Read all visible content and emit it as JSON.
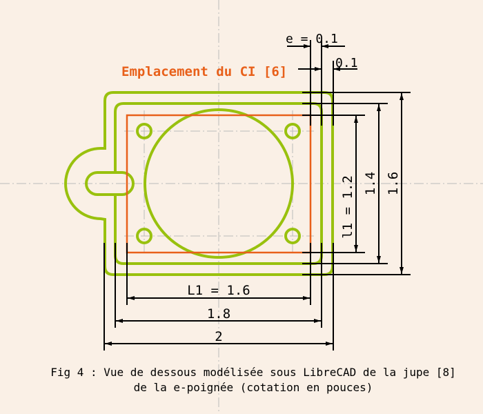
{
  "colors": {
    "background": "#faf0e6",
    "outline": "#99c10e",
    "pcb": "#e8601a",
    "dimension": "#000000",
    "centerline": "#bbbbbb"
  },
  "labels": {
    "pcb_location": "Emplacement du CI [6]",
    "e_dim": "e = 0.1",
    "offset_dim": "0.1",
    "width_inner": "L1 = 1.6",
    "width_middle": "1.8",
    "width_outer": "2",
    "height_inner": "l1 = 1.2",
    "height_middle": "1.4",
    "height_outer": "1.6"
  },
  "caption": {
    "line1": "Fig 4 : Vue de dessous modélisée sous LibreCAD de la jupe [8]",
    "line2": "de la e-poignée (cotation en pouces)"
  }
}
